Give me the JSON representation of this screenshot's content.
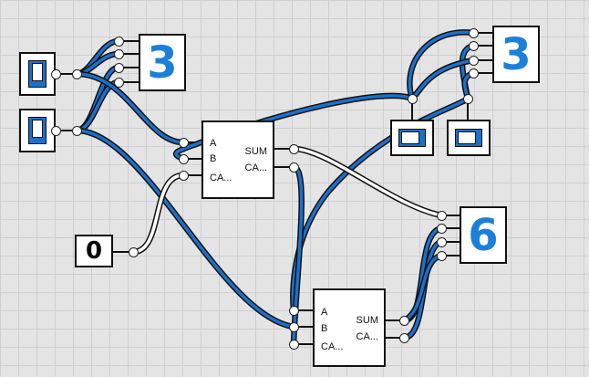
{
  "colors": {
    "wire_on": "#1c70c9",
    "wire_off": "#ffffff",
    "display_digit": "#1c7fd8",
    "background": "#e4e4e4"
  },
  "displays": {
    "top_left": {
      "value": "3"
    },
    "top_right": {
      "value": "3"
    },
    "right": {
      "value": "6"
    }
  },
  "constant": {
    "value": "0"
  },
  "adder1": {
    "label_a": "A",
    "label_b": "B",
    "label_carry_in": "CA...",
    "label_sum": "SUM",
    "label_carry_out": "CA..."
  },
  "adder2": {
    "label_a": "A",
    "label_b": "B",
    "label_carry_in": "CA...",
    "label_sum": "SUM",
    "label_carry_out": "CA..."
  },
  "switches": [
    {
      "id": "switch-1",
      "state": "on",
      "icon": "toggle-switch-icon"
    },
    {
      "id": "switch-2",
      "state": "on",
      "icon": "toggle-switch-icon"
    },
    {
      "id": "switch-3",
      "state": "on",
      "icon": "toggle-switch-icon"
    },
    {
      "id": "switch-4",
      "state": "on",
      "icon": "toggle-switch-icon"
    }
  ]
}
